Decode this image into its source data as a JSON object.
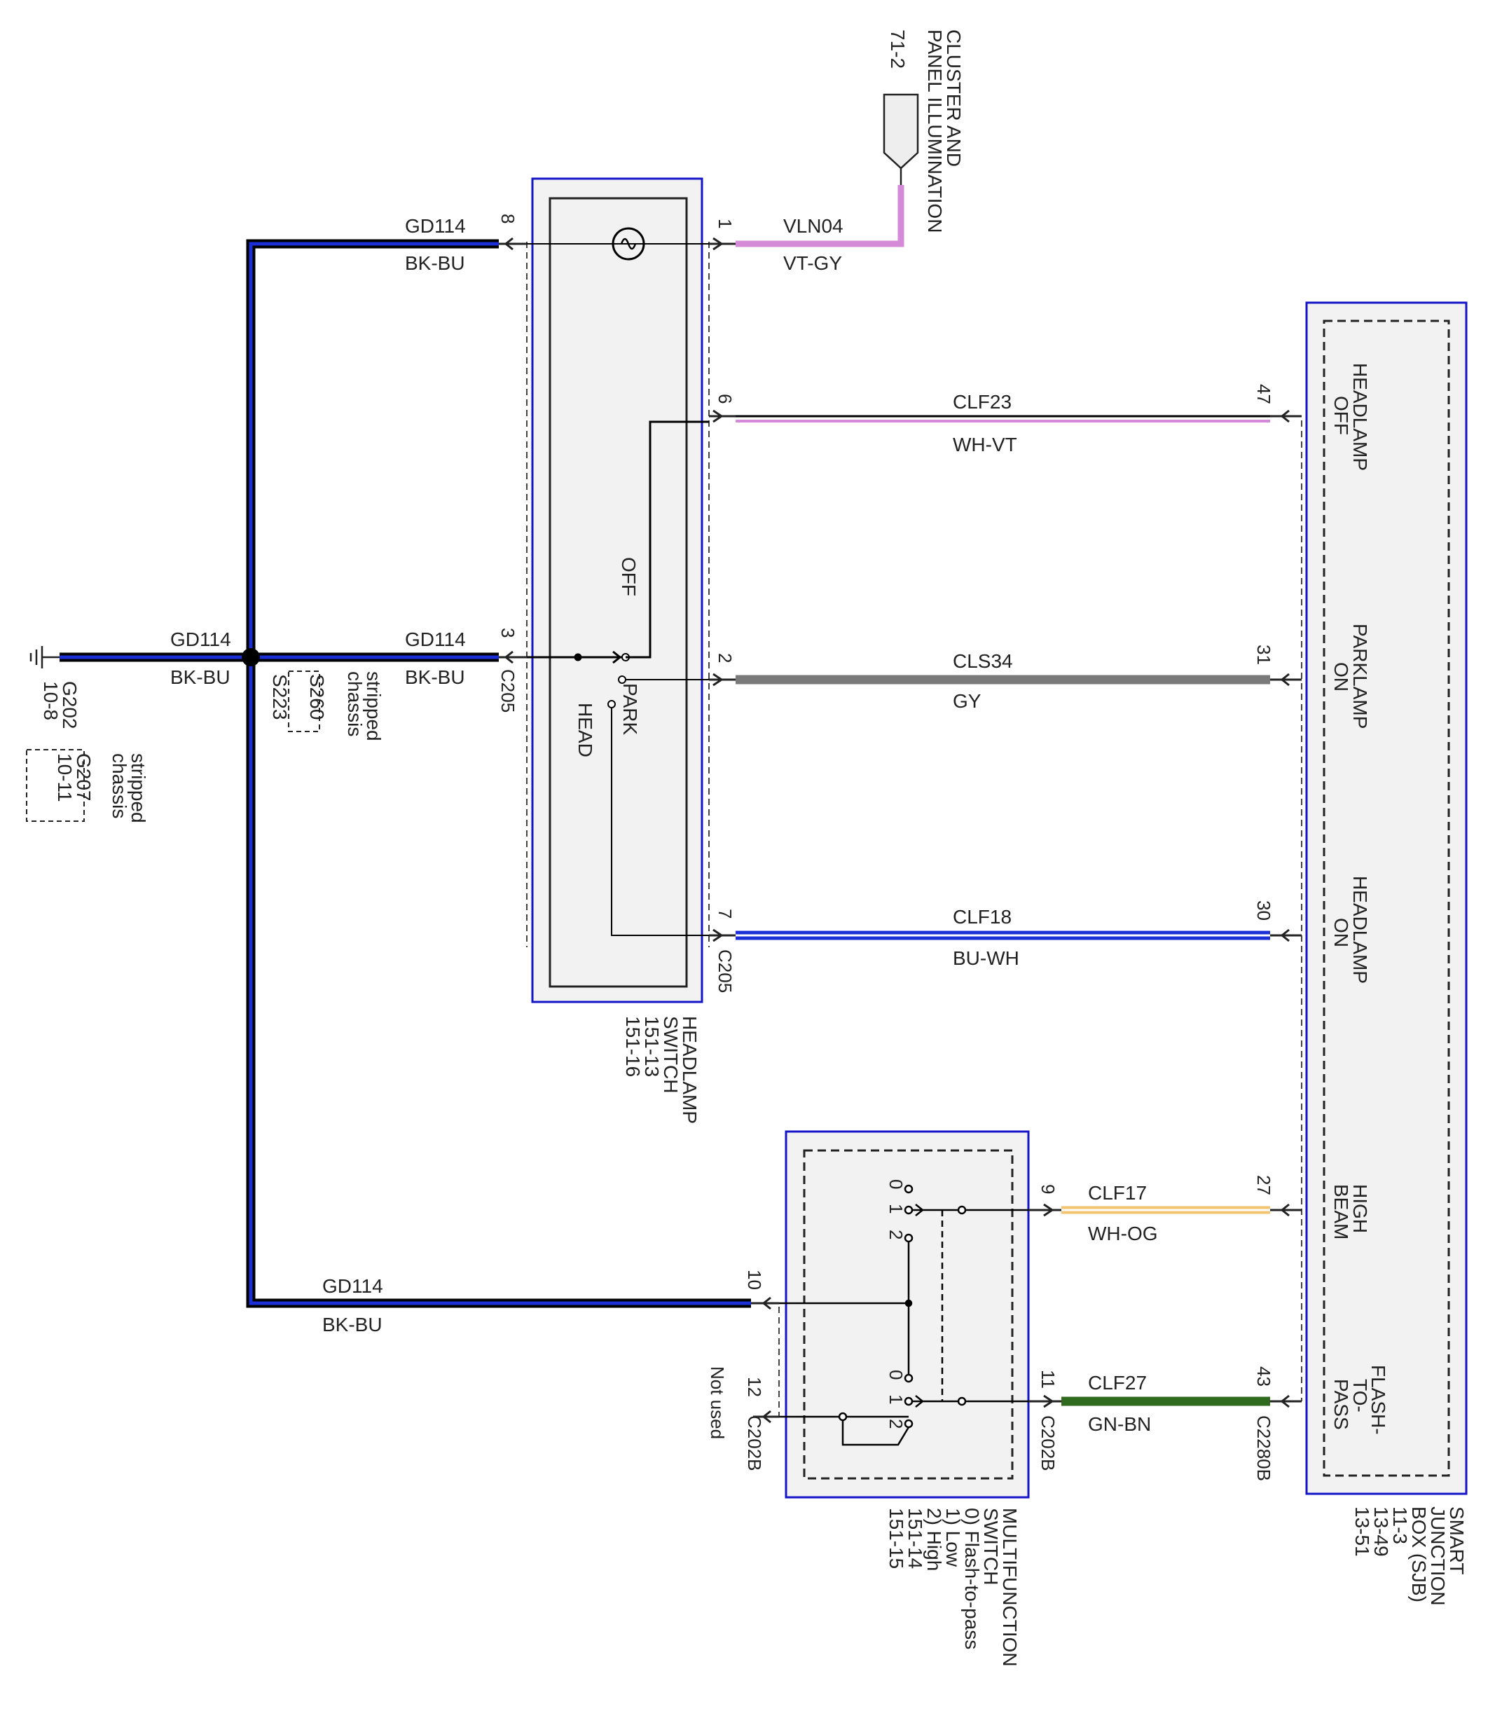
{
  "colors": {
    "component_border": "#1515c8",
    "component_fill": "#f2f2f2",
    "wire_black": "#000000",
    "wire_blue": "#1a2fd6",
    "wire_violet": "#d58ad8",
    "wire_gray": "#7a7a7a",
    "wire_orange": "#f3c46f",
    "wire_green": "#2f6a1e"
  },
  "components": {
    "cluster": {
      "line1": "CLUSTER AND",
      "line2": "PANEL ILLUMINATION",
      "ref": "71-2"
    },
    "headlamp_switch": {
      "line1": "HEADLAMP",
      "line2": "SWITCH",
      "ref1": "151-13",
      "ref2": "151-16",
      "pos_off": "OFF",
      "pos_park": "PARK",
      "pos_head": "HEAD",
      "lamp_icon": "bulb-icon"
    },
    "multifunction_switch": {
      "line1": "MULTIFUNCTION",
      "line2": "SWITCH",
      "opt0": "0) Flash-to-pass",
      "opt1": "1) Low",
      "opt2": "2) High",
      "ref1": "151-14",
      "ref2": "151-15",
      "pos_labels": [
        "0",
        "1",
        "2"
      ]
    },
    "sjb": {
      "line1": "SMART",
      "line2": "JUNCTION",
      "line3": "BOX (SJB)",
      "ref1": "11-3",
      "ref2": "13-49",
      "ref3": "13-51",
      "pins": [
        {
          "l1": "HEADLAMP",
          "l2": "OFF"
        },
        {
          "l1": "PARKLAMP",
          "l2": "ON"
        },
        {
          "l1": "HEADLAMP",
          "l2": "ON"
        },
        {
          "l1": "HIGH",
          "l2": "BEAM"
        },
        {
          "l1": "FLASH-",
          "l2": "TO-",
          "l3": "PASS"
        }
      ]
    }
  },
  "ground": {
    "g202": "G202",
    "g202_ref": "10-8",
    "g207": "G207",
    "g207_ref": "10-11",
    "g207_note1": "stripped",
    "g207_note2": "chassis",
    "splice": "S223",
    "s260": "S260",
    "s260_note1": "stripped",
    "s260_note2": "chassis"
  },
  "wires": [
    {
      "circuit": "GD114",
      "color": "BK-BU"
    },
    {
      "circuit": "GD114",
      "color": "BK-BU"
    },
    {
      "circuit": "GD114",
      "color": "BK-BU"
    },
    {
      "circuit": "GD114",
      "color": "BK-BU"
    },
    {
      "circuit": "VLN04",
      "color": "VT-GY"
    },
    {
      "circuit": "CLF23",
      "color": "WH-VT"
    },
    {
      "circuit": "CLS34",
      "color": "GY"
    },
    {
      "circuit": "CLF18",
      "color": "BU-WH"
    },
    {
      "circuit": "CLF17",
      "color": "WH-OG"
    },
    {
      "circuit": "CLF27",
      "color": "GN-BN"
    }
  ],
  "pins": {
    "hs_8": "8",
    "hs_3": "3",
    "hs_1": "1",
    "hs_6": "6",
    "hs_2": "2",
    "hs_7": "7",
    "c205_a": "C205",
    "c205_b": "C205",
    "sjb_47": "47",
    "sjb_31": "31",
    "sjb_30": "30",
    "sjb_27": "27",
    "sjb_43": "43",
    "c2280b": "C2280B",
    "mfs_9": "9",
    "mfs_11": "11",
    "mfs_10": "10",
    "mfs_12": "12",
    "c202b_a": "C202B",
    "c202b_b": "C202B",
    "not_used": "Not used"
  }
}
